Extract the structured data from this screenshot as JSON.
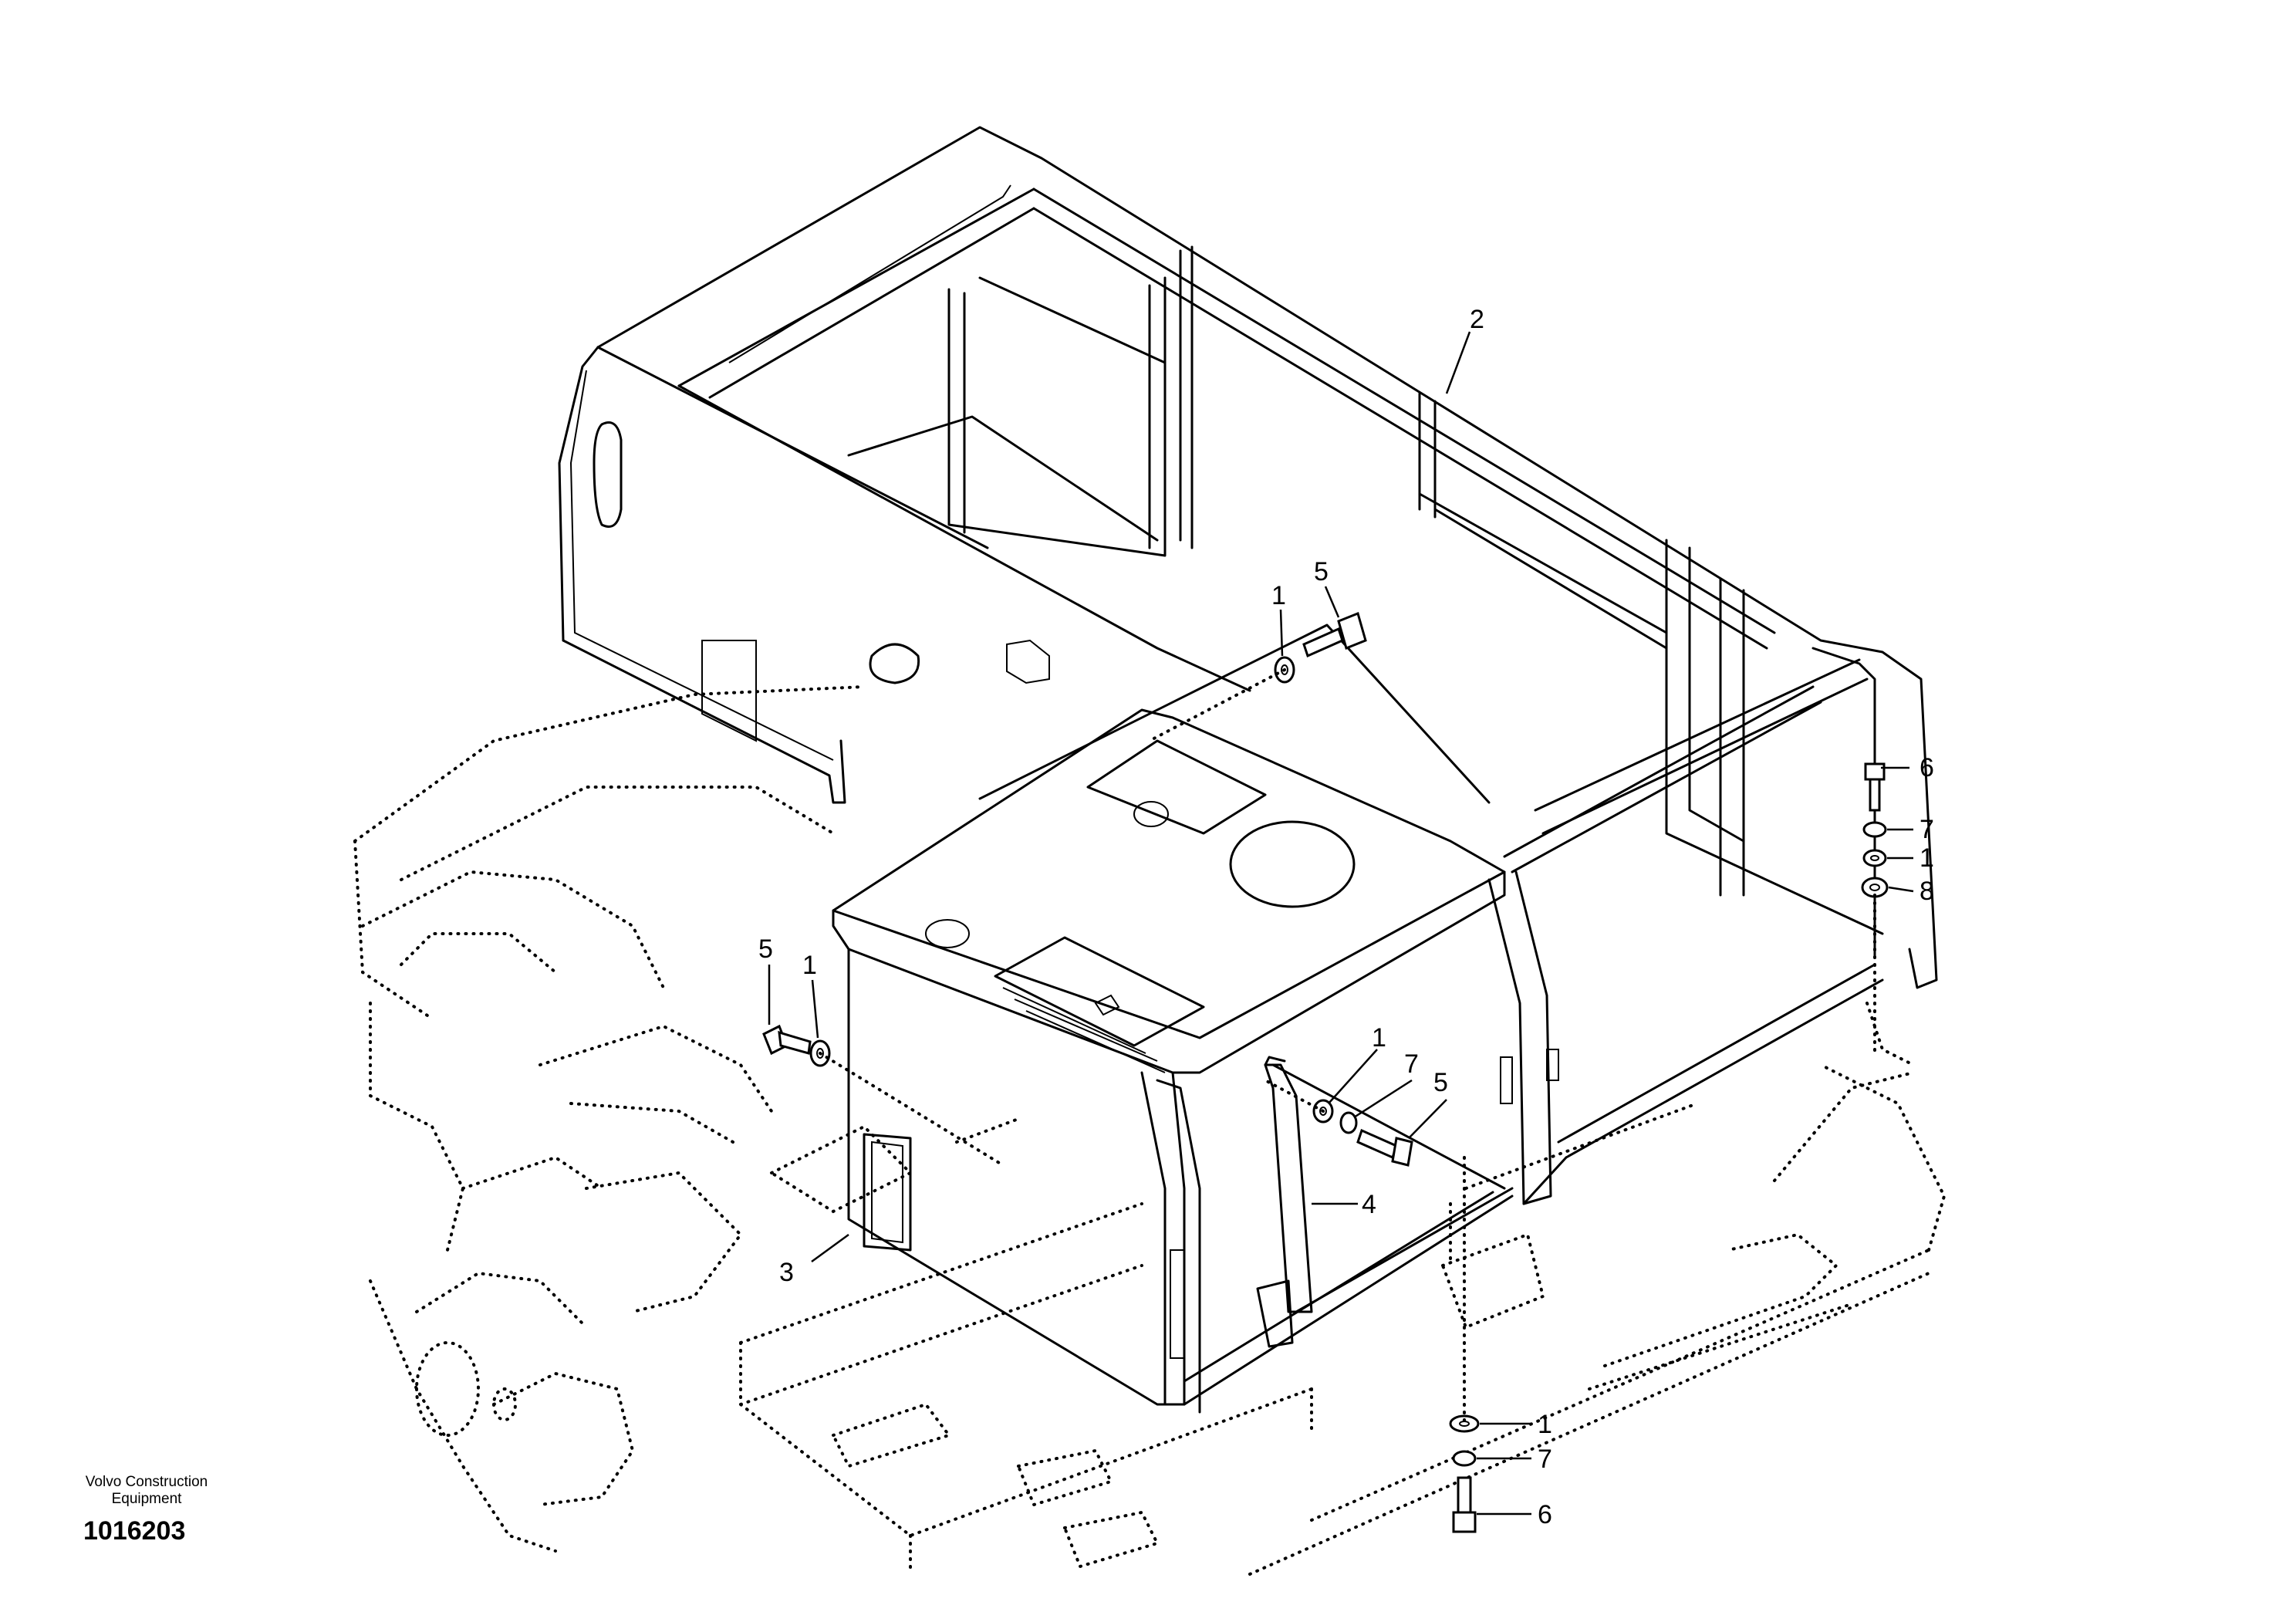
{
  "diagram": {
    "callouts": {
      "c2": "2",
      "c5_top": "5",
      "c1_top": "1",
      "c6_right": "6",
      "c7_right": "7",
      "c1_right": "1",
      "c8_right": "8",
      "c5_left": "5",
      "c1_left": "1",
      "c1_mid": "1",
      "c7_mid": "7",
      "c5_mid": "5",
      "c4": "4",
      "c3": "3",
      "c1_bottom": "1",
      "c7_bottom": "7",
      "c6_bottom": "6"
    },
    "credit_line1": "Volvo Construction",
    "credit_line2": "Equipment",
    "drawing_number": "1016203"
  }
}
